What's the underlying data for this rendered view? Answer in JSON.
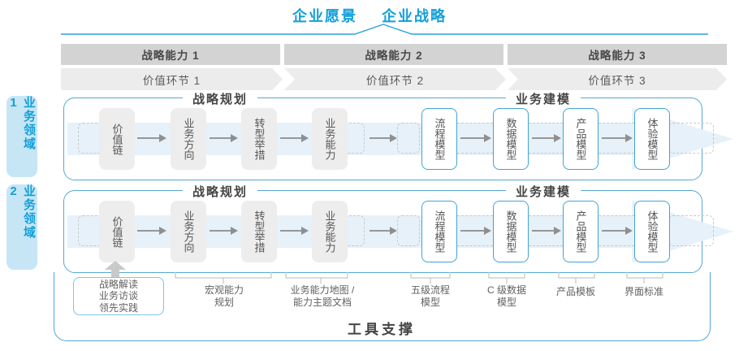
{
  "title": {
    "vision": "企业愿景",
    "strategy": "企业战略"
  },
  "capabilities": [
    {
      "label": "战略能力 1"
    },
    {
      "label": "战略能力 2"
    },
    {
      "label": "战略能力 3"
    }
  ],
  "value_links": [
    {
      "label": "价值环节 1"
    },
    {
      "label": "价值环节 2"
    },
    {
      "label": "价值环节 3"
    }
  ],
  "lanes": [
    {
      "tab": "业务领域 1",
      "planning_header": "战略规划",
      "modeling_header": "业务建模",
      "boxes": {
        "value_chain": "价值链",
        "direction": "业务方向",
        "initiatives": "转型举措",
        "capability": "业务能力",
        "process": "流程模型",
        "data": "数据模型",
        "product": "产品模型",
        "experience": "体验模型"
      }
    },
    {
      "tab": "业务领域 2",
      "planning_header": "战略规划",
      "modeling_header": "业务建模",
      "boxes": {
        "value_chain": "价值链",
        "direction": "业务方向",
        "initiatives": "转型举措",
        "capability": "业务能力",
        "process": "流程模型",
        "data": "数据模型",
        "product": "产品模型",
        "experience": "体验模型"
      }
    }
  ],
  "annotations": {
    "interpret_box": "战略解读\n业务访谈\n领先实践",
    "macro_capability": "宏观能力\n规划",
    "capability_map": "业务能力地图 /\n能力主题文档",
    "process_l5": "五级流程\n模型",
    "data_c_level": "C 级数据\n模型",
    "product_template": "产品模板",
    "ui_standard": "界面标准"
  },
  "tools_label": "工具支撑",
  "colors": {
    "accent_blue": "#129fda",
    "lane_border": "#55a9d6",
    "arrow_fill": "#e7f1f9",
    "bar_gray": "#d3d3d3",
    "chevron_gray": "#ececec",
    "box_gray": "#ededed"
  }
}
